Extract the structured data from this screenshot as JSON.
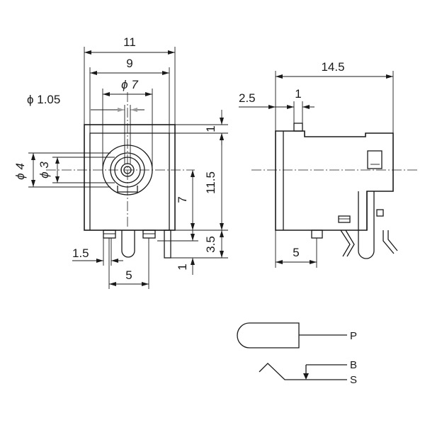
{
  "dimensions": {
    "front_width_11": "11",
    "front_width_9": "9",
    "phi_7": "ϕ 7",
    "phi_1_05": "ϕ 1.05",
    "phi_4": "ϕ 4",
    "phi_3": "ϕ 3",
    "height_1_top": "1",
    "height_11_5": "11.5",
    "height_7": "7",
    "height_3_5": "3.5",
    "height_1_bottom": "1",
    "pin_1_5": "1.5",
    "pin_pitch_5": "5",
    "side_14_5": "14.5",
    "side_2_5": "2.5",
    "side_1": "1",
    "side_5": "5"
  },
  "schematic": {
    "pin_p": "P",
    "pin_b": "B",
    "pin_s": "S"
  }
}
